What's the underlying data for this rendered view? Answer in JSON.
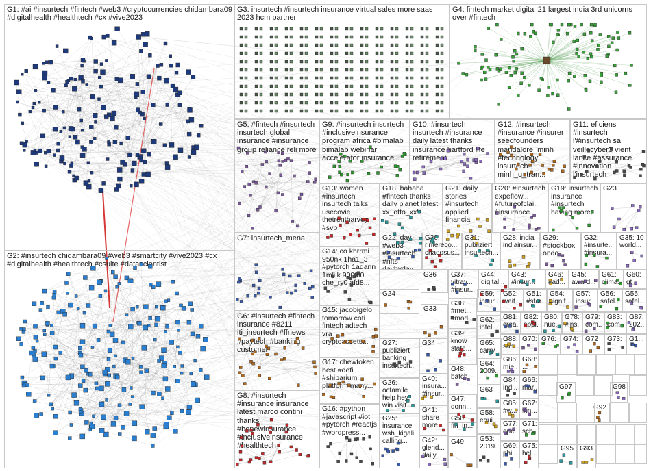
{
  "graph_title": "",
  "groups": [
    {
      "id": "G1",
      "label": "G1: #ai #insurtech #fintech #web3 #cryptocurrencies chidambara09 #digitalhealth #healthtech #cx #vive2023",
      "accent": "#1f3a7a"
    },
    {
      "id": "G2",
      "label": "G2: #insurtech chidambara09 #web3 #smartcity #vive2023 #cx #digitalhealth #healthtech #csuite #datascientist",
      "accent": "#2a7fd0"
    },
    {
      "id": "G3",
      "label": "G3: insurtech #insurtech insurance virtual sales more saas 2023 hcm partner",
      "accent": "#4a4a4a"
    },
    {
      "id": "G4",
      "label": "G4: fintech market digital 21 largest india 3rd unicorns over #fintech",
      "accent": "#2f9a2f"
    },
    {
      "id": "G5",
      "label": "G5: #fintech #insurtech insurtech global insurance #insurance group reliance reli more",
      "accent": "#c0282a"
    },
    {
      "id": "G9",
      "label": "G9: #insurtech insurtech #inclusiveinsurance program africa #bimalab bimalab webinar accelerator insurance",
      "accent": "#8a6bbf"
    },
    {
      "id": "G10",
      "label": "G10: #insurtech insurtech #insurance daily latest thanks insurance hartford life retirement",
      "accent": "#6a4aa0"
    },
    {
      "id": "G12",
      "label": "G12: #insurtech #insurance #insurer seedfounders mandalore_minh #technology insurtech minh_q_tran...",
      "accent": "#2a9a9a"
    },
    {
      "id": "G11",
      "label": "G11: eficiens #insurtech l'#insurtech sa veillecyber3 vient lance #assurance #innovation l'insurtech",
      "accent": "#2a8a4a"
    },
    {
      "id": "G7",
      "label": "G7: insurtech_mena",
      "accent": "#d0a020"
    },
    {
      "id": "G13",
      "label": "G13: women #insurtech insurtech talks usecovie thetrentharvey #svb",
      "accent": "#666666"
    },
    {
      "id": "G18",
      "label": "G18: hahaha #fintech thanks daily planet latest xx_otto_xx's...",
      "accent": "#7a2a2a"
    },
    {
      "id": "G21",
      "label": "G21: daily stories #insurtech applied financial",
      "accent": "#5a7a2a"
    },
    {
      "id": "G20",
      "label": "G20: #insurtech expeflow... #futureofclai... #insurance...",
      "accent": "#7a5a9a"
    },
    {
      "id": "G19",
      "label": "G19: insurtech insurance #insurtech having more...",
      "accent": "#3a5aaa"
    },
    {
      "id": "G23",
      "label": "G23",
      "accent": "#444444"
    },
    {
      "id": "G6",
      "label": "G6: #insurtech #fintech insurance #8211 iti_insurtech #ffnews #paytech #banking customer",
      "accent": "#b06a20"
    },
    {
      "id": "G14",
      "label": "G14: co khrrmi 950nk 1ha1_3 #pytorch 1adann 1mliik 9000l0 che_ry0 afd8...",
      "accent": "#555555"
    },
    {
      "id": "G22",
      "label": "G22: day #web3 #insurtech #nfts daybyday #insuran...",
      "accent": "#555555"
    },
    {
      "id": "G30",
      "label": "G30: rintereco... criadosus...",
      "accent": "#555555"
    },
    {
      "id": "G31",
      "label": "G31: publiziert insurtech...",
      "accent": "#555555"
    },
    {
      "id": "G28",
      "label": "G28: india indiainsur...",
      "accent": "#555555"
    },
    {
      "id": "G29",
      "label": "G29: #stockbox ondo...",
      "accent": "#555555"
    },
    {
      "id": "G32",
      "label": "G32: #insurte... #insura...",
      "accent": "#555555"
    },
    {
      "id": "G35",
      "label": "G35: 10 world...",
      "accent": "#555555"
    },
    {
      "id": "G15",
      "label": "G15: jacobigelo tomorrow coti fintech adtech vra cryptoassets...",
      "accent": "#555555"
    },
    {
      "id": "G36",
      "label": "G36",
      "accent": "#555555"
    },
    {
      "id": "G37",
      "label": "G37: vitray... #insur...",
      "accent": "#555555"
    },
    {
      "id": "G44",
      "label": "G44: digital...",
      "accent": "#555555"
    },
    {
      "id": "G43",
      "label": "G43: #insur...",
      "accent": "#555555"
    },
    {
      "id": "G46",
      "label": "G46: #ad...",
      "accent": "#555555"
    },
    {
      "id": "G45",
      "label": "G45: award...",
      "accent": "#555555"
    },
    {
      "id": "G61",
      "label": "G61: clima...",
      "accent": "#555555"
    },
    {
      "id": "G60",
      "label": "G60: gt",
      "accent": "#555555"
    },
    {
      "id": "G24",
      "label": "G24",
      "accent": "#555555"
    },
    {
      "id": "G38",
      "label": "G38: #met... #mod...",
      "accent": "#555555"
    },
    {
      "id": "G59",
      "label": "G59: insur...",
      "accent": "#555555"
    },
    {
      "id": "G52",
      "label": "G52: wait...",
      "accent": "#555555"
    },
    {
      "id": "G51",
      "label": "G51: #star...",
      "accent": "#555555"
    },
    {
      "id": "G54",
      "label": "G54: signif...",
      "accent": "#555555"
    },
    {
      "id": "G57",
      "label": "G57: insur...",
      "accent": "#555555"
    },
    {
      "id": "G56",
      "label": "G56: safel...",
      "accent": "#555555"
    },
    {
      "id": "G55",
      "label": "G55: safel...",
      "accent": "#555555"
    },
    {
      "id": "G33",
      "label": "G33",
      "accent": "#555555"
    },
    {
      "id": "G62",
      "label": "G62: intell...",
      "accent": "#555555"
    },
    {
      "id": "G81",
      "label": "G81: crea...",
      "accent": "#555555"
    },
    {
      "id": "G82",
      "label": "G82: appl...",
      "accent": "#555555"
    },
    {
      "id": "G80",
      "label": "G80: nue...",
      "accent": "#555555"
    },
    {
      "id": "G78",
      "label": "G78: #ins...",
      "accent": "#555555"
    },
    {
      "id": "G79",
      "label": "G79: com...",
      "accent": "#555555"
    },
    {
      "id": "G83",
      "label": "G83: com...",
      "accent": "#555555"
    },
    {
      "id": "G87",
      "label": "G87: 202...",
      "accent": "#555555"
    },
    {
      "id": "G17",
      "label": "G17: chewtoken best #defi #shibarium platform many...",
      "accent": "#555555"
    },
    {
      "id": "G27",
      "label": "G27: publiziert banking insurtech...",
      "accent": "#555555"
    },
    {
      "id": "G34",
      "label": "G34",
      "accent": "#555555"
    },
    {
      "id": "G39",
      "label": "G39: know state...",
      "accent": "#555555"
    },
    {
      "id": "G65",
      "label": "G65: carry",
      "accent": "#555555"
    },
    {
      "id": "G88",
      "label": "G88: san...",
      "accent": "#555555"
    },
    {
      "id": "G70",
      "label": "G70: ...",
      "accent": "#555555"
    },
    {
      "id": "G76",
      "label": "G76: ...",
      "accent": "#555555"
    },
    {
      "id": "G74",
      "label": "G74: ...",
      "accent": "#555555"
    },
    {
      "id": "G72",
      "label": "G72",
      "accent": "#555555"
    },
    {
      "id": "G73",
      "label": "G73: ...",
      "accent": "#555555"
    },
    {
      "id": "G1x",
      "label": "G1...",
      "accent": "#555555"
    },
    {
      "id": "G8",
      "label": "G8: #insurtech #insurance insurance latest marco contini thanks #benewinsurance #inclusiveinsurance #healthtech",
      "accent": "#555555"
    },
    {
      "id": "G26",
      "label": "G26: octamile help hey win visit...",
      "accent": "#555555"
    },
    {
      "id": "G40",
      "label": "G40: insura... #insur...",
      "accent": "#555555"
    },
    {
      "id": "G48",
      "label": "G48: batch",
      "accent": "#555555"
    },
    {
      "id": "G64",
      "label": "G64: 2009...",
      "accent": "#555555"
    },
    {
      "id": "G86",
      "label": "G86: mie...",
      "accent": "#555555"
    },
    {
      "id": "G68",
      "label": "G68: ...",
      "accent": "#555555"
    },
    {
      "id": "G84",
      "label": "G84: indi...",
      "accent": "#555555"
    },
    {
      "id": "G66",
      "label": "G66: mar...",
      "accent": "#555555"
    },
    {
      "id": "G47",
      "label": "G47: donn...",
      "accent": "#555555"
    },
    {
      "id": "G63",
      "label": "G63",
      "accent": "#555555"
    },
    {
      "id": "G85",
      "label": "G85: #w...",
      "accent": "#555555"
    },
    {
      "id": "G67",
      "label": "G67: #in...",
      "accent": "#555555"
    },
    {
      "id": "G97",
      "label": "G97",
      "accent": "#555555"
    },
    {
      "id": "G98",
      "label": "G98",
      "accent": "#555555"
    },
    {
      "id": "G92",
      "label": "G92",
      "accent": "#555555"
    },
    {
      "id": "G16",
      "label": "G16: #python #javascript #iot #pytorch #reactjs #wordpress...",
      "accent": "#555555"
    },
    {
      "id": "G25",
      "label": "G25: insurance wsh_kigali calling...",
      "accent": "#555555"
    },
    {
      "id": "G41",
      "label": "G41: share more...",
      "accent": "#555555"
    },
    {
      "id": "G50",
      "label": "G50: fin_in...",
      "accent": "#555555"
    },
    {
      "id": "G58",
      "label": "G58: equi...",
      "accent": "#555555"
    },
    {
      "id": "G77",
      "label": "G77: ope...",
      "accent": "#555555"
    },
    {
      "id": "G71",
      "label": "G71: sch...",
      "accent": "#555555"
    },
    {
      "id": "G42",
      "label": "G42: glend... daily...",
      "accent": "#555555"
    },
    {
      "id": "G49",
      "label": "G49",
      "accent": "#555555"
    },
    {
      "id": "G53",
      "label": "G53: 2019...",
      "accent": "#555555"
    },
    {
      "id": "G69",
      "label": "G69: phil...",
      "accent": "#555555"
    },
    {
      "id": "G75",
      "label": "G75: hel...",
      "accent": "#555555"
    },
    {
      "id": "G95",
      "label": "G95",
      "accent": "#555555"
    },
    {
      "id": "G93",
      "label": "G93",
      "accent": "#555555"
    }
  ]
}
